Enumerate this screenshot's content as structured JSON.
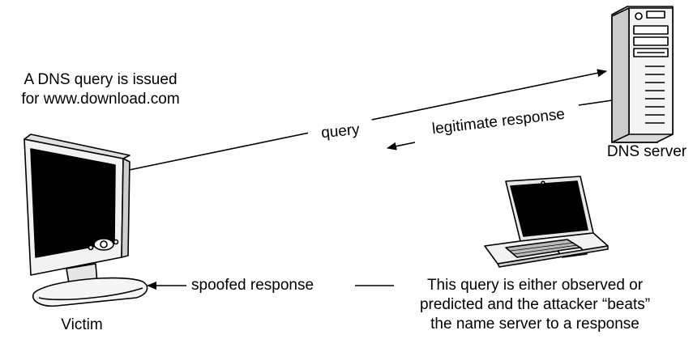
{
  "caption_query": [
    "A DNS query is issued",
    "for www.download.com"
  ],
  "caption_attacker": [
    "This query is either observed or",
    "predicted and the attacker “beats”",
    "the name server to a response"
  ],
  "label_dns_server": "DNS server",
  "label_victim": "Victim",
  "label_query": "query",
  "label_legitimate": "legitimate response",
  "label_spoofed": "spoofed response",
  "icons": [
    "desktop-computer-icon",
    "server-tower-icon",
    "laptop-icon"
  ]
}
